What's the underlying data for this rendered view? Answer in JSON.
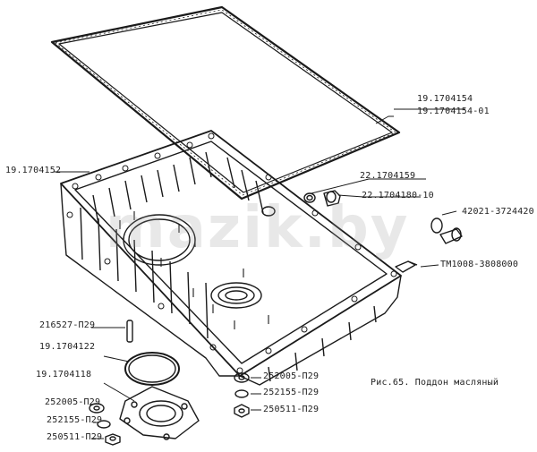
{
  "parts": {
    "gasket_top_a": "19.1704154",
    "gasket_top_b": "19.1704154-01",
    "oil_pan": "19.1704152",
    "plug": "22.1704159",
    "drain_fitting": "22.1704180-10",
    "sensor_fitting": "42021-3724420",
    "sensor": "TM1008-3808000",
    "pin": "216527-П29",
    "flange_gasket": "19.1704122",
    "flange_cover": "19.1704118",
    "left_washer": "252005-П29",
    "left_lockwasher": "252155-П29",
    "left_nut": "250511-П29",
    "right_washer": "252005-П29",
    "right_lockwasher": "252155-П29",
    "right_nut": "250511-П29"
  },
  "caption": "Рис.65. Поддон масляный",
  "watermark": "mazik.by"
}
